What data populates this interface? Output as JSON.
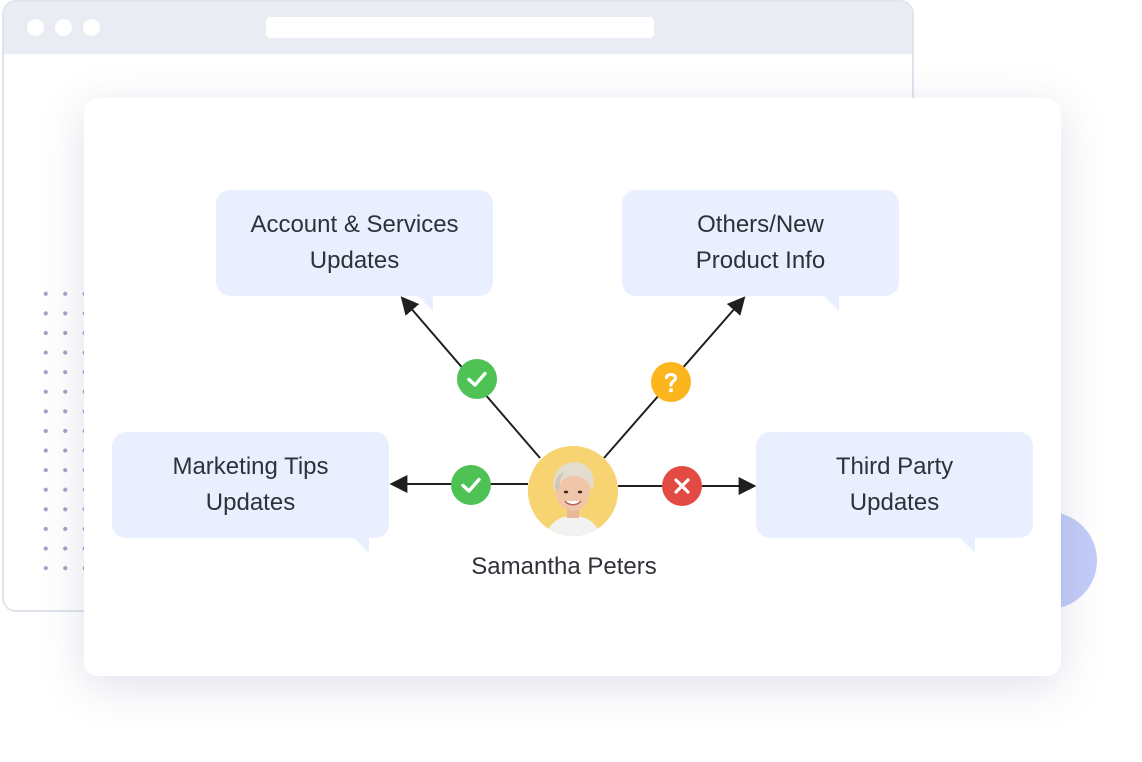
{
  "person": {
    "name": "Samantha Peters"
  },
  "bubbles": {
    "account": "Account & Services\nUpdates",
    "others": "Others/New\nProduct Info",
    "marketing": "Marketing Tips\nUpdates",
    "third_party": "Third Party\nUpdates"
  },
  "statuses": {
    "account": "check-icon",
    "others": "question-icon",
    "marketing": "check-icon",
    "third_party": "cross-icon"
  },
  "colors": {
    "bubble": "#e9effe",
    "check": "#4fc255",
    "question": "#fbb61e",
    "cross": "#e34a44",
    "avatar_bg": "#f8d372",
    "deco_circle": "#c3cdf8"
  }
}
